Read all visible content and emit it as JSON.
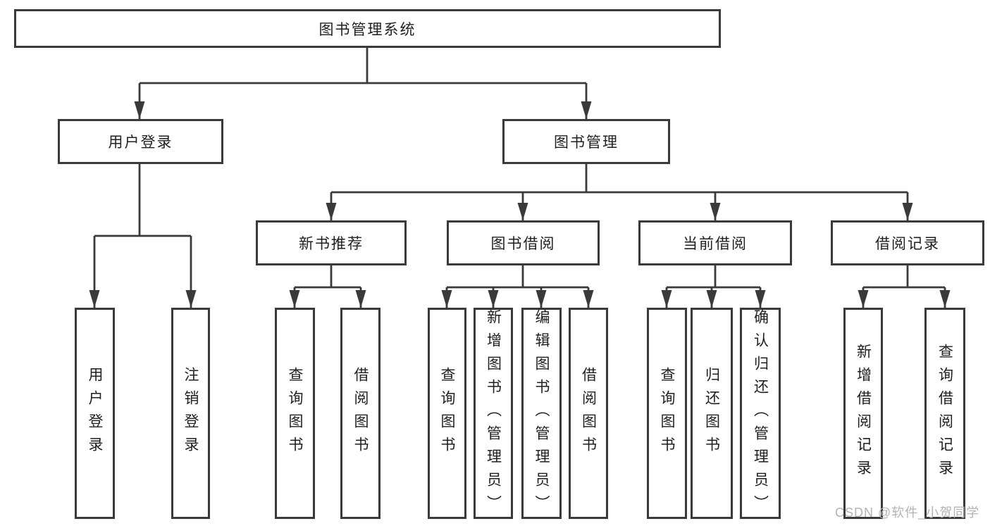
{
  "nodes": {
    "root": "图书管理系统",
    "user_login": "用户登录",
    "book_mgmt": "图书管理",
    "new_book_rec": "新书推荐",
    "book_borrow": "图书借阅",
    "current_borrow": "当前借阅",
    "borrow_record": "借阅记录",
    "leaf_user_login": "用户登录",
    "leaf_logout": "注销登录",
    "leaf_query_book_1": "查询图书",
    "leaf_borrow_book_1": "借阅图书",
    "leaf_query_book_2": "查询图书",
    "leaf_add_book": "新增图书（管理员）",
    "leaf_edit_book": "编辑图书（管理员）",
    "leaf_borrow_book_2": "借阅图书",
    "leaf_query_book_3": "查询图书",
    "leaf_return_book": "归还图书",
    "leaf_confirm_return": "确认归还（管理员）",
    "leaf_add_record": "新增借阅记录",
    "leaf_query_record": "查询借阅记录"
  },
  "watermark": "CSDN @软件_小贺同学",
  "colors": {
    "line": "#3a3a3a",
    "text": "#1f1f1f",
    "watermark": "#b3b3b3",
    "bg": "#ffffff"
  }
}
